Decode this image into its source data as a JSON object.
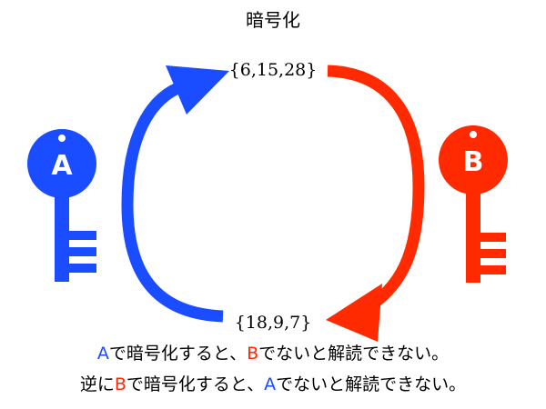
{
  "title": "暗号化",
  "sets": {
    "top": "{6,15,28}",
    "bottom": "{18,9,7}"
  },
  "keys": {
    "a": {
      "letter": "A",
      "color": "#1a4dff"
    },
    "b": {
      "letter": "B",
      "color": "#ff2a00"
    }
  },
  "caption1": {
    "k1": "A",
    "t1": "で暗号化すると、",
    "k2": "B",
    "t2": "でないと解読できない。"
  },
  "caption2": {
    "t0": "逆に",
    "k1": "B",
    "t1": "で暗号化すると、",
    "k2": "A",
    "t2": "でないと解読できない。"
  }
}
